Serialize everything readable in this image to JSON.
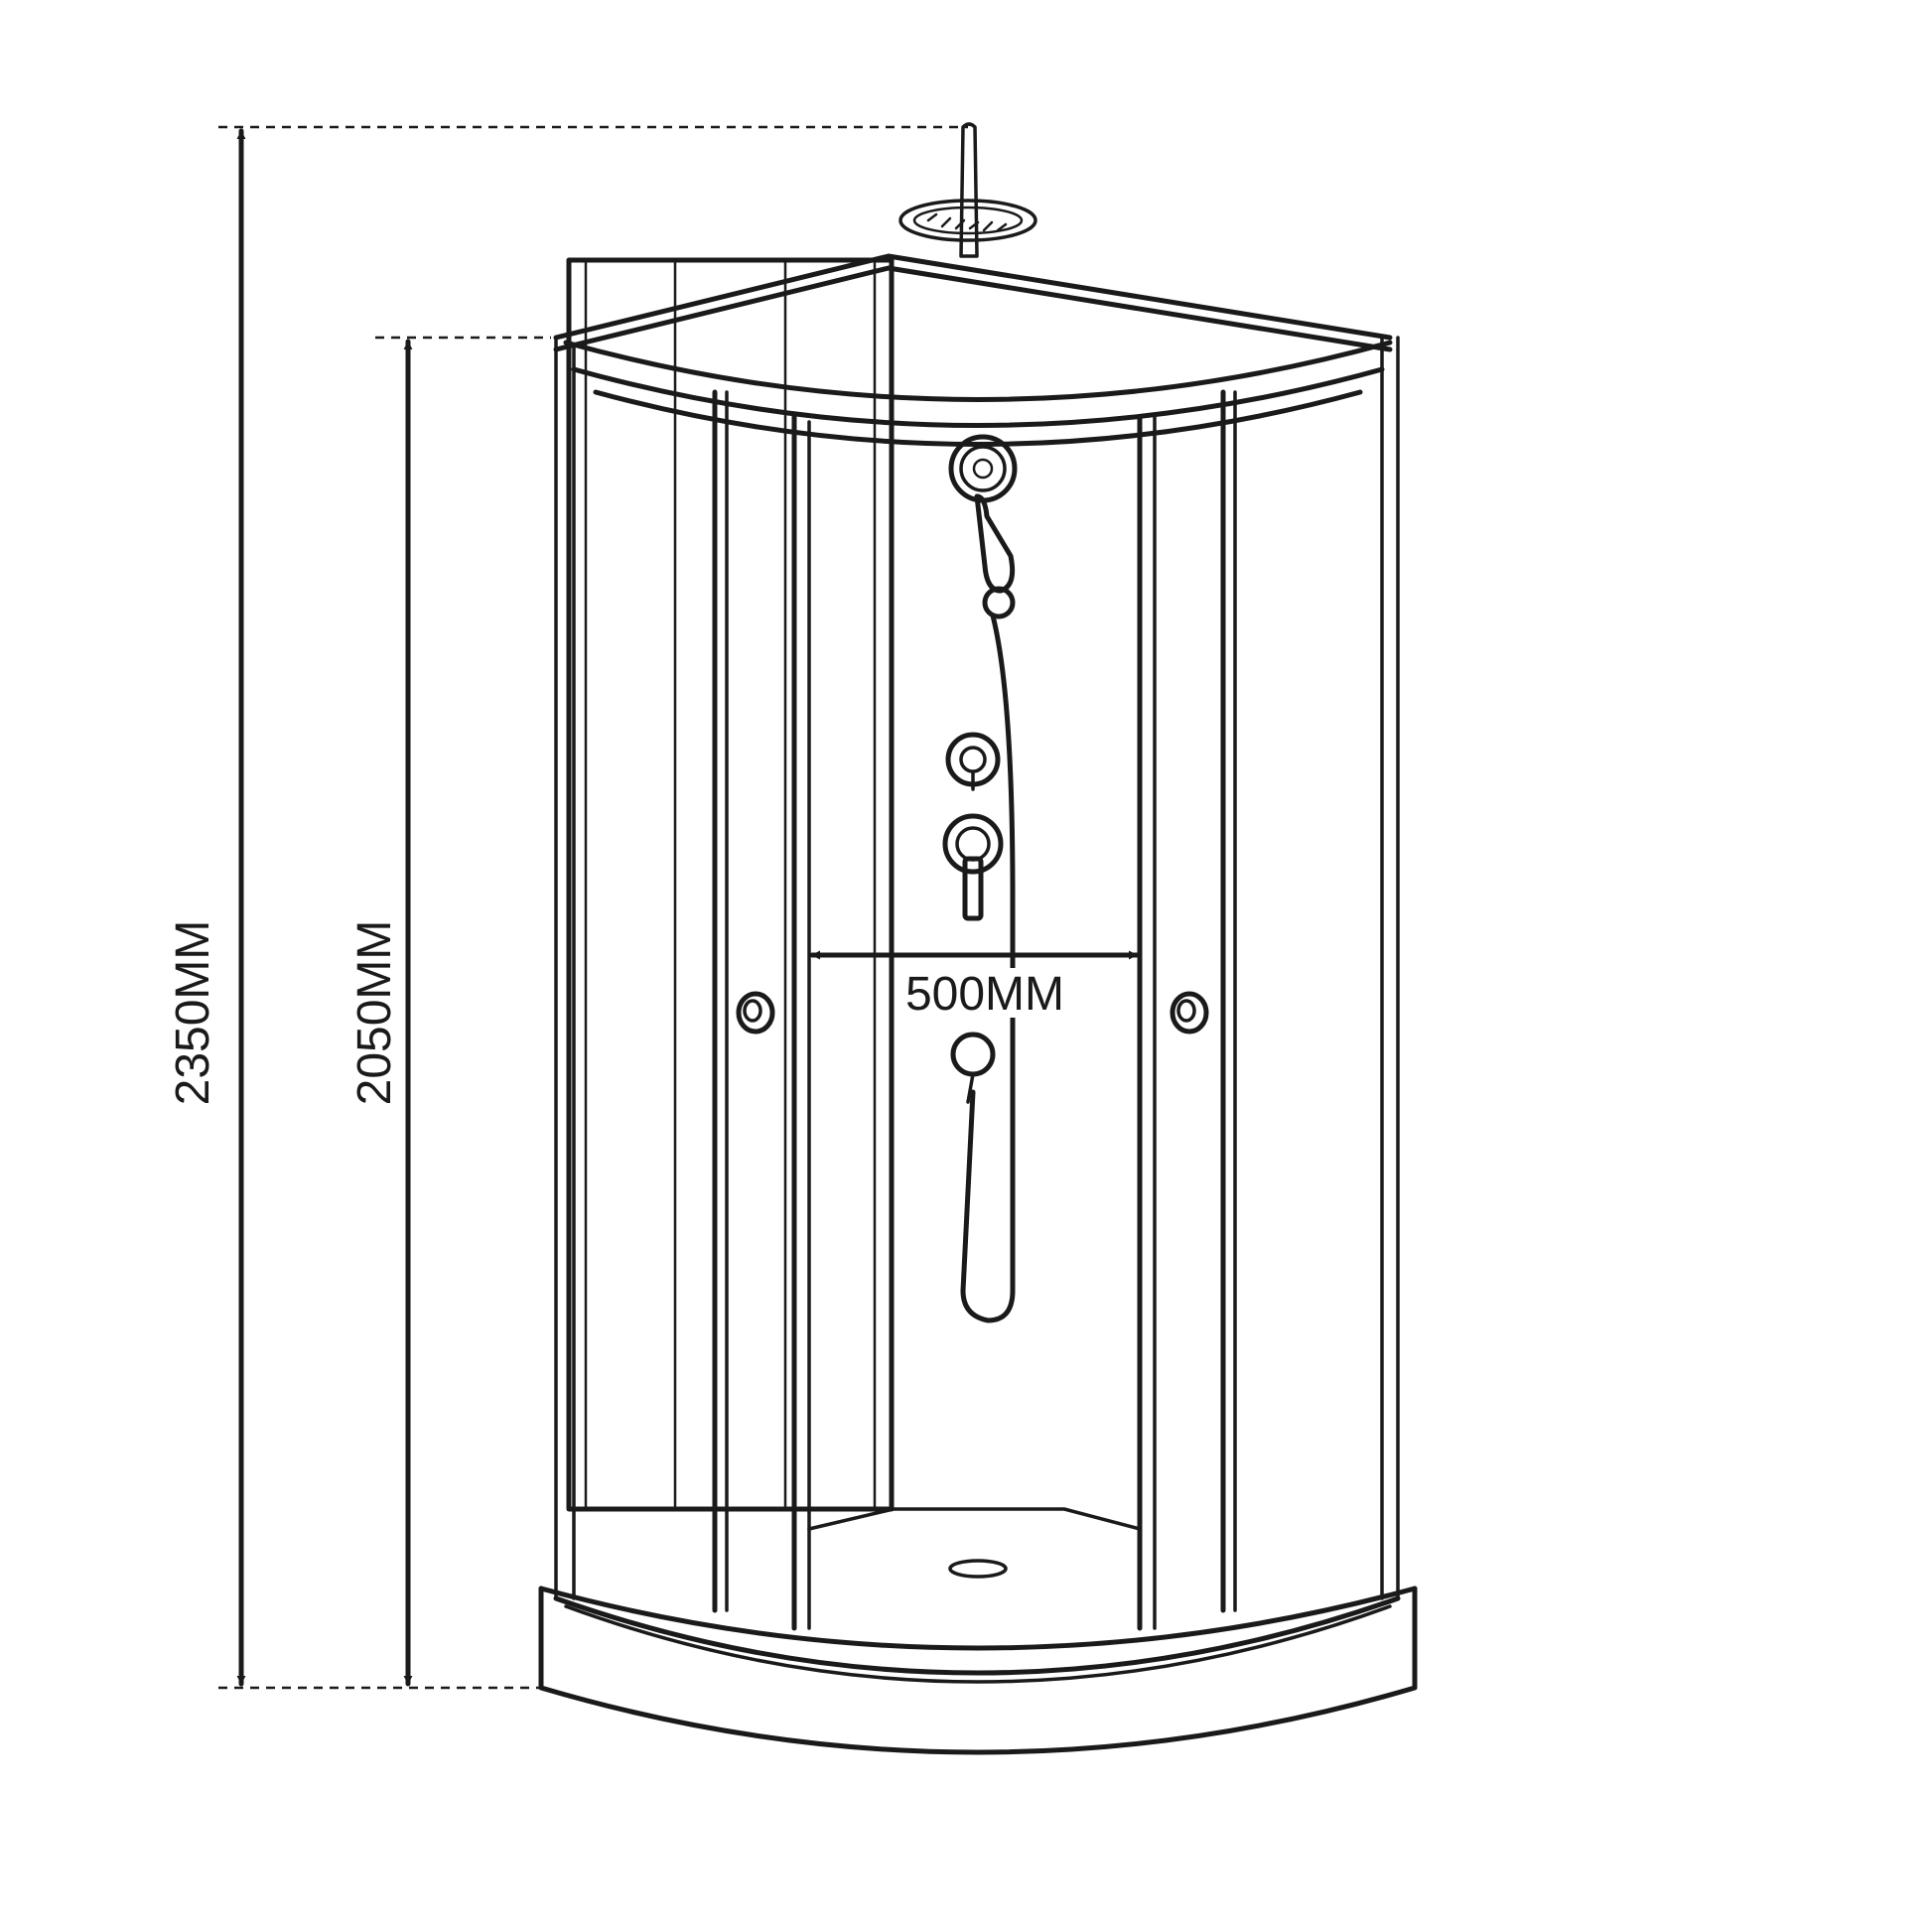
{
  "dimensions": {
    "total_height": "2350MM",
    "cabin_height": "2050MM",
    "inner_width": "500MM"
  }
}
